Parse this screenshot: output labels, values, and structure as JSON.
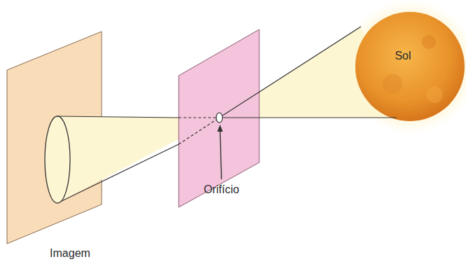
{
  "diagram": {
    "nodes": [
      {
        "text": [
          "Sol"
        ]
      }
    ],
    "labels": [
      "Orifício",
      "Imagem"
    ]
  }
}
